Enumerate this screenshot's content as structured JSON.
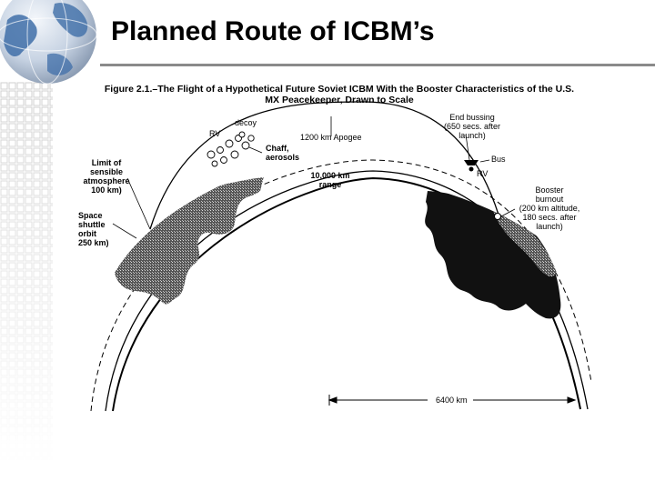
{
  "slide": {
    "title": "Planned Route of ICBM’s",
    "theme_colors": {
      "globe": "#3f6ea8",
      "grid": "#c9c9c9",
      "rule": "#8a8a8a"
    }
  },
  "figure": {
    "caption_line1": "Figure 2.1.–The Flight of a Hypothetical Future Soviet ICBM With the Booster Characteristics of the U.S.",
    "caption_line2": "MX Peacekeeper, Drawn to Scale",
    "labels": {
      "decoy": "decoy",
      "rv_left": "RV",
      "apogee": "1200 km Apogee",
      "chaff_1": "Chaff,",
      "chaff_2": "aerosols",
      "range_1": "10,000 km",
      "range_2": "range",
      "end_bussing_1": "End bussing",
      "end_bussing_2": "(650 secs. after",
      "end_bussing_3": "launch)",
      "bus": "Bus",
      "rv_right": "RV",
      "atmosphere_1": "Limit of",
      "atmosphere_2": "sensible",
      "atmosphere_3": "atmosphere",
      "atmosphere_4": "100 km)",
      "shuttle_1": "Space",
      "shuttle_2": "shuttle",
      "shuttle_3": "orbit",
      "shuttle_4": "250 km)",
      "booster_1": "Booster",
      "booster_2": "burnout",
      "booster_3": "(200 km altitude,",
      "booster_4": "180 secs. after",
      "booster_5": "launch)",
      "radius": "6400 km"
    }
  }
}
